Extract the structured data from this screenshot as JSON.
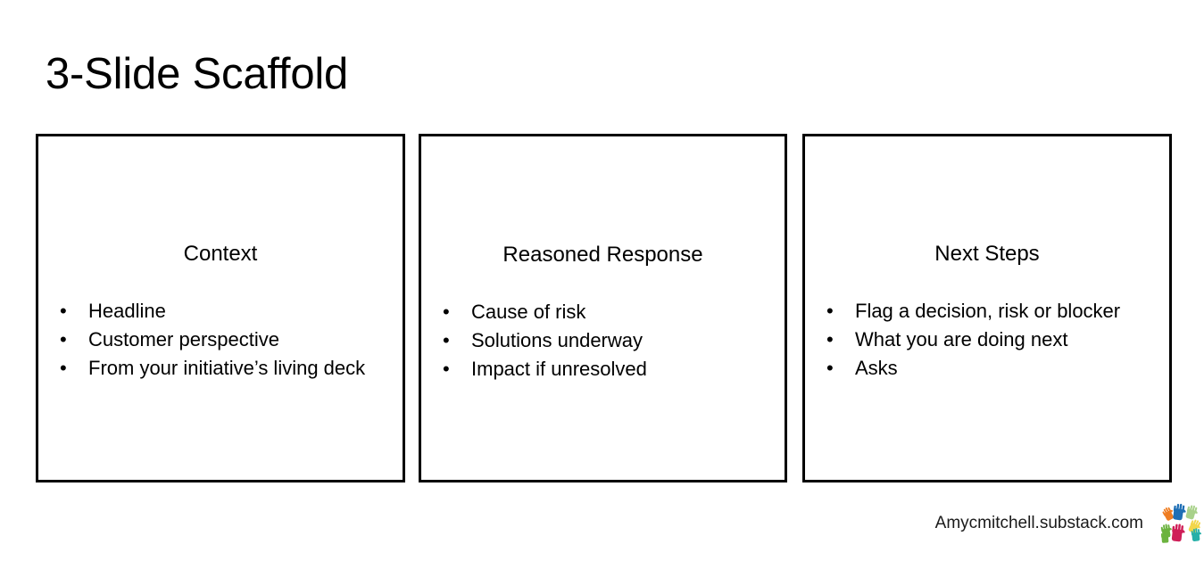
{
  "page": {
    "title": "3-Slide Scaffold",
    "background_color": "#ffffff",
    "text_color": "#000000",
    "border_color": "#000000"
  },
  "cards": [
    {
      "heading": "Context",
      "bullet_marker": "•",
      "bullets": [
        "Headline",
        "Customer perspective",
        "From your initiative’s living deck"
      ]
    },
    {
      "heading": "Reasoned Response",
      "bullet_marker": "•",
      "bullets": [
        "Cause of risk",
        "Solutions underway",
        "Impact if unresolved"
      ]
    },
    {
      "heading": "Next Steps",
      "bullet_marker": "•",
      "bullets": [
        "Flag a decision, risk or blocker",
        "What you are doing next",
        "Asks"
      ]
    }
  ],
  "footer": {
    "text": "Amycmitchell.substack.com",
    "logo_name": "colorful-hands-logo",
    "logo_colors": {
      "blue": "#1f6fb5",
      "orange": "#ef7d22",
      "green": "#6cb33f",
      "yellow": "#f2d64b",
      "magenta": "#cf1f58",
      "teal": "#27b0a8",
      "light_green": "#a8d18a",
      "background": "#ffffff"
    }
  }
}
